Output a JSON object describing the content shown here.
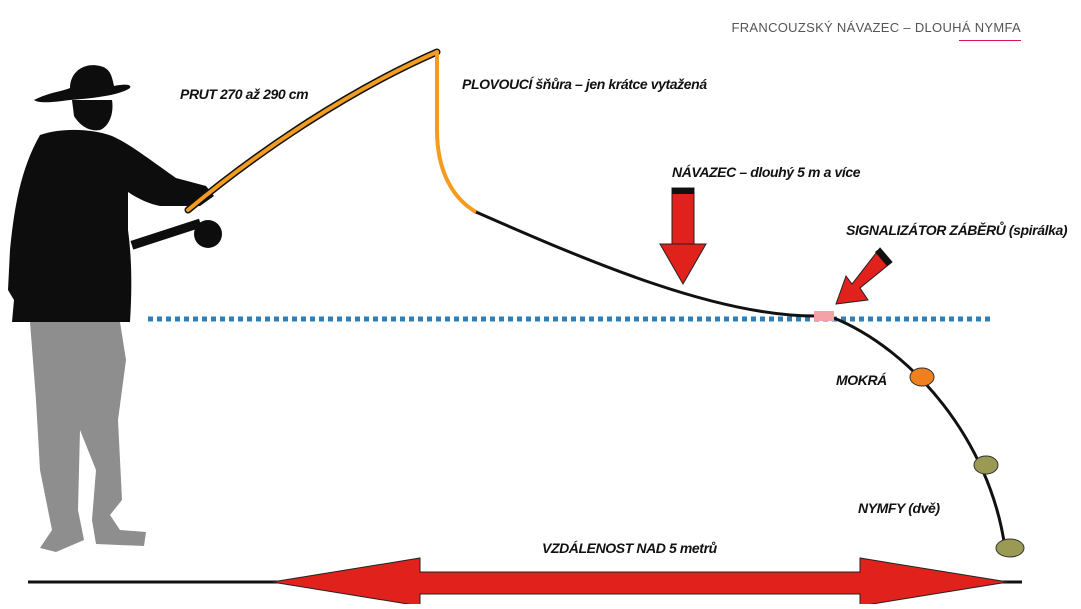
{
  "header": {
    "title": "FRANCOUZSKÝ NÁVAZEC – DLOUHÁ NYMFA"
  },
  "labels": {
    "rod": "PRUT 270 až 290 cm",
    "line": "PLOVOUCÍ šňůra – jen krátce vytažená",
    "leader": "NÁVAZEC – dlouhý 5 m a více",
    "indicator": "SIGNALIZÁTOR ZÁBĚRŮ (spirálka)",
    "wet_fly": "MOKRÁ",
    "nymphs": "NYMFY (dvě)",
    "distance": "VZDÁLENOST NAD 5 metrů"
  },
  "colors": {
    "rod": "#f39c1f",
    "arrow": "#e1211b",
    "water_dots": "#2f7fb8",
    "wet_fly": "#f07f1e",
    "nymph": "#9a9a55",
    "indicator": "#f3a3a8",
    "silhouette": "#0d0d0d",
    "reflection": "#8e8e8e"
  }
}
